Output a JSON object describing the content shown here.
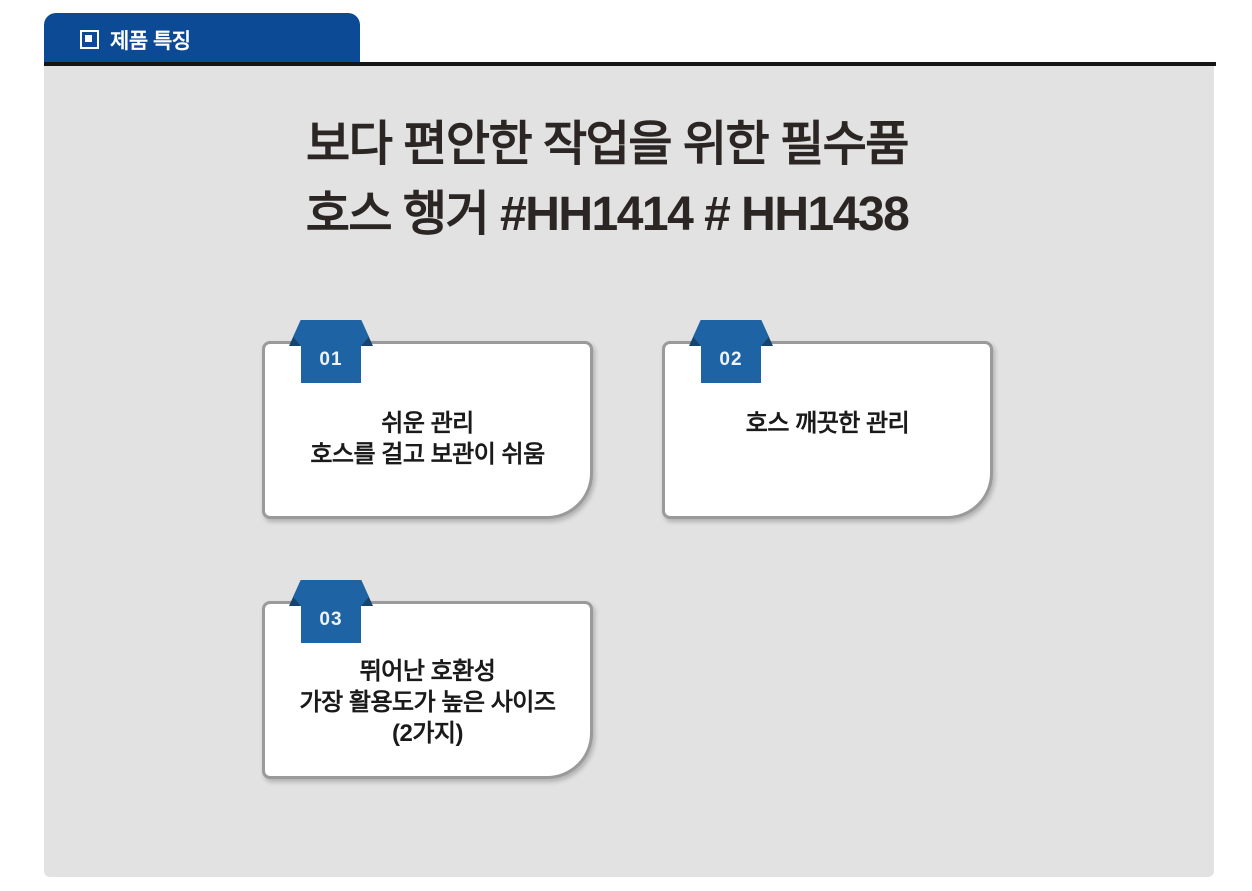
{
  "header": {
    "tab_label": "제품 특징",
    "tab_icon": "square-in-square"
  },
  "title": {
    "line1": "보다 편안한 작업을 위한 필수품",
    "line2": "호스 행거 #HH1414 # HH1438"
  },
  "cards": [
    {
      "number": "01",
      "lines": [
        "쉬운 관리",
        "호스를 걸고 보관이 쉬움"
      ]
    },
    {
      "number": "02",
      "lines": [
        "호스 깨끗한 관리"
      ]
    },
    {
      "number": "03",
      "lines": [
        "뛰어난 호환성",
        "가장 활용도가 높은 사이즈",
        "(2가지)"
      ]
    }
  ],
  "colors": {
    "tab_blue": "#0d4a96",
    "ribbon_blue": "#1e64a5",
    "ribbon_fold_navy": "#17436f",
    "panel_gray": "#e3e2e2",
    "card_border_gray": "#9a9a9a",
    "divider_black": "#151515",
    "title_text": "#2b2624",
    "card_text": "#1a1a1a"
  }
}
